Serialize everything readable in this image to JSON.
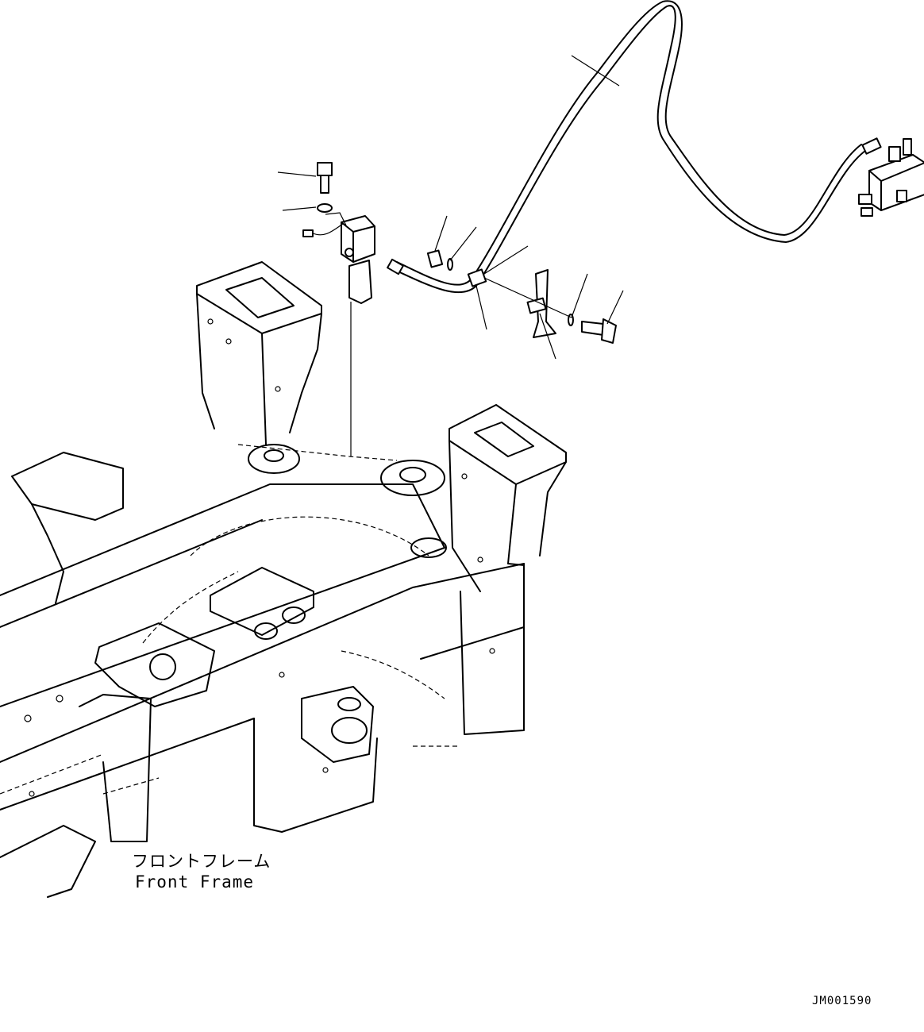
{
  "labels": {
    "frame_jp": "フロントフレーム",
    "frame_en": "Front Frame",
    "drawing_code": "JM001590"
  },
  "colors": {
    "line": "#000000",
    "background": "#ffffff"
  }
}
